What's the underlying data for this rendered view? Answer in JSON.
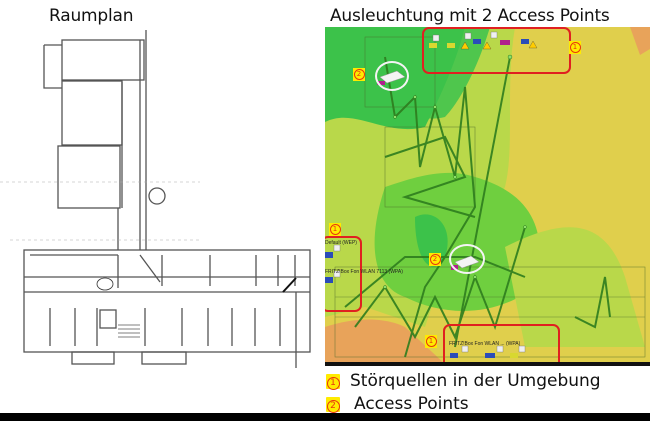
{
  "titles": {
    "left": "Raumplan",
    "right": "Ausleuchtung mit 2 Access Points"
  },
  "legend": [
    {
      "number": "1",
      "symbol": "①",
      "label": "Störquellen in der Umgebung"
    },
    {
      "number": "2",
      "symbol": "②",
      "label": "Access Points"
    }
  ],
  "heatmap": {
    "markers": [
      {
        "symbol": "①",
        "meaning": "interference-source",
        "position": "top"
      },
      {
        "symbol": "①",
        "meaning": "interference-source",
        "position": "left"
      },
      {
        "symbol": "①",
        "meaning": "interference-source",
        "position": "bottom"
      },
      {
        "symbol": "②",
        "meaning": "access-point",
        "position": "top-left"
      },
      {
        "symbol": "②",
        "meaning": "access-point",
        "position": "center"
      }
    ],
    "device_labels": {
      "left_1": "Default (WEP)",
      "left_2": "FRITZ!Box Fon WLAN 7113 (WPA)",
      "bottom": "FRITZ!Box Fon WLAN ... (WPA)"
    },
    "colors": {
      "strong": "#3cc24a",
      "good": "#6fcf3f",
      "medium": "#b9d84a",
      "weak": "#e0cf4c",
      "poor": "#e8a35a",
      "highlight_box": "#e02020",
      "marker_bg": "#ffeb00",
      "marker_fg": "#e8360e"
    }
  }
}
